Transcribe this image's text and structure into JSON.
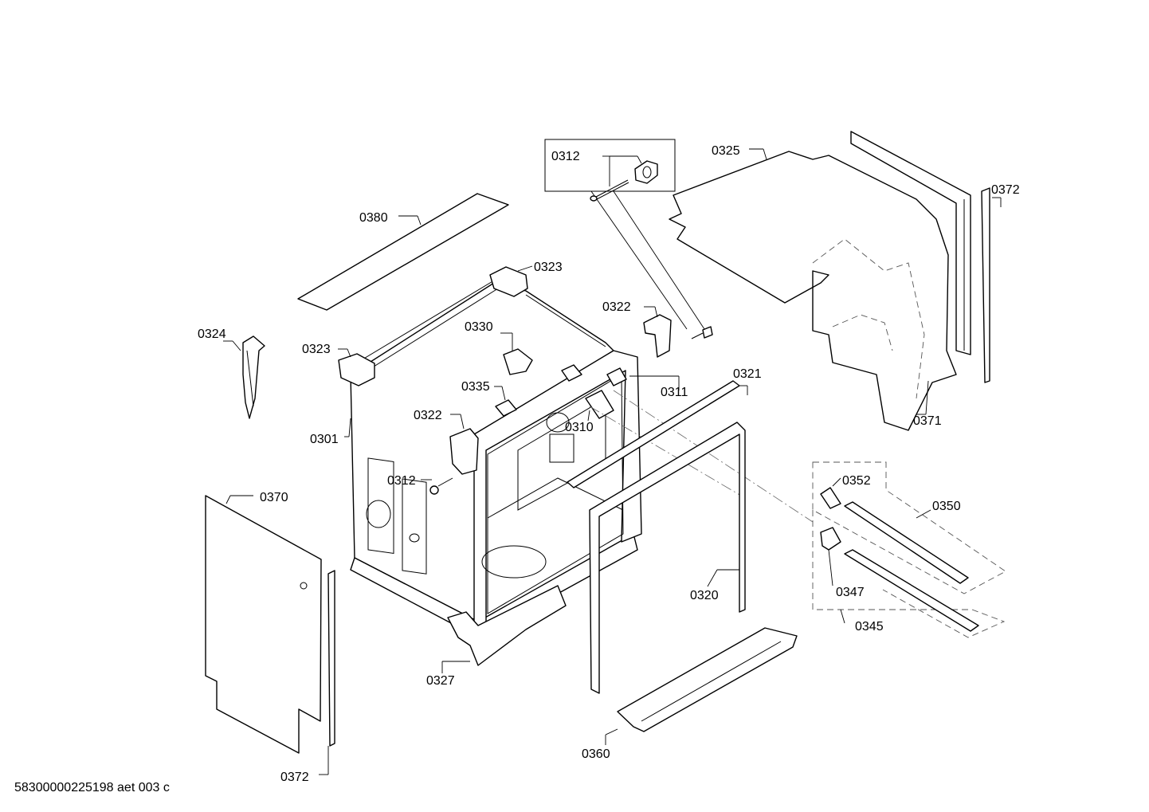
{
  "labels": {
    "p0312_inset": "0312",
    "p0325": "0325",
    "p0372_top": "0372",
    "p0380": "0380",
    "p0323_top": "0323",
    "p0322_top": "0322",
    "p0324": "0324",
    "p0330": "0330",
    "p0323_left": "0323",
    "p0335": "0335",
    "p0311": "0311",
    "p0321": "0321",
    "p0322_left": "0322",
    "p0310": "0310",
    "p0301": "0301",
    "p0371": "0371",
    "p0312": "0312",
    "p0352": "0352",
    "p0350": "0350",
    "p0370": "0370",
    "p0347": "0347",
    "p0320": "0320",
    "p0345": "0345",
    "p0327": "0327",
    "p0360": "0360",
    "p0372_bottom": "0372"
  },
  "footer": "58300000225198 aet 003 c"
}
